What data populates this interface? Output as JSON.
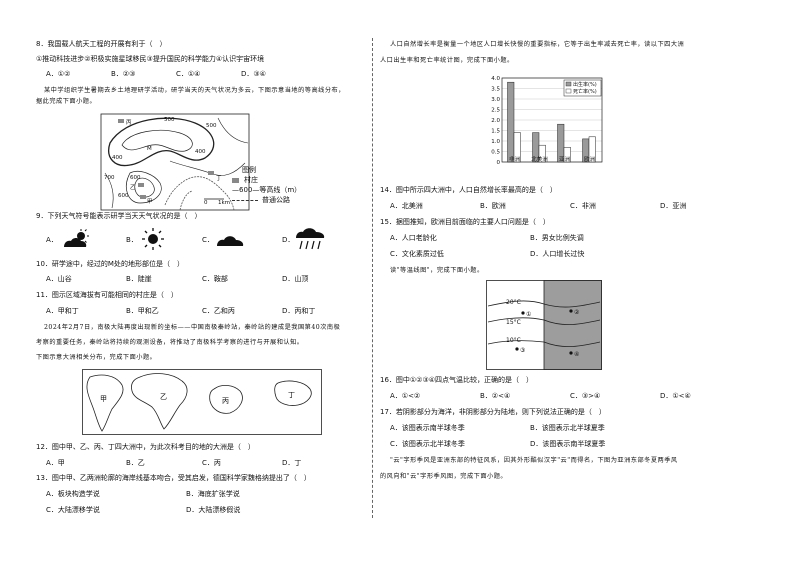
{
  "left": {
    "q8": {
      "stem": "8．我国载人航天工程的开展有利于（　）",
      "statements": "①推动科技进步②积极实施星球移民③提升国民的科学能力④认识宇宙环境",
      "options": [
        "A．①②",
        "B．②③",
        "C．①④",
        "D．③④"
      ]
    },
    "passage1": [
      "某中学组织学生暑期去乡土地理研学活动，研学当天的天气状况为多云，下图示意当地的等高线分布，",
      "据此完成下面小题。"
    ],
    "contour_map": {
      "labels": [
        "丙",
        "500",
        "500",
        "M",
        "400",
        "400",
        "700",
        "600",
        "乙",
        "甲",
        "丁",
        "600",
        "0",
        "1km"
      ],
      "legend_title": "图例",
      "legend_items": [
        "村庄",
        "—600—等高线（m）",
        "普通公路"
      ]
    },
    "q9": {
      "stem": "9．下列天气符号能表示研学当天天气状况的是（　）",
      "options": [
        "A．",
        "B．",
        "C．",
        "D．"
      ]
    },
    "q10": {
      "stem": "10．研学途中，经过的M处的地形部位是（　）",
      "options": [
        "A．山谷",
        "B．陡崖",
        "C．鞍部",
        "D．山顶"
      ]
    },
    "q11": {
      "stem": "11．图示区域海拔有可能相同的村庄是（　）",
      "options": [
        "A．甲和丁",
        "B．甲和乙",
        "C．乙和丙",
        "D．丙和丁"
      ]
    },
    "passage2": [
      "2024年2月7日，南极大陆再度出现新的坐标——中国南极秦岭站，秦岭站的建成是我国第40次南极",
      "考察的重要任务，秦岭站将持续的观测设备，将推动了南极科学考察的进行与开展和认知。",
      "下图示意大洲相关分布，完成下面小题。"
    ],
    "continents": [
      "甲",
      "乙",
      "丙",
      "丁"
    ],
    "q12": {
      "stem": "12．图中甲、乙、丙、丁四大洲中，为此次科考目的地的大洲是（　）",
      "options": [
        "A．甲",
        "B．乙",
        "C．丙",
        "D．丁"
      ]
    },
    "q13": {
      "stem": "13．图中甲、乙两洲轮廓的海岸线基本吻合，受其启发，德国科学家魏格纳提出了（　）",
      "options": [
        "A．板块构造学说",
        "B．海底扩张学说",
        "C．大陆漂移学说",
        "D．大陆漂移假说"
      ]
    }
  },
  "right": {
    "passage3": [
      "人口自然增长率是衡量一个地区人口增长快慢的重要指标，它等于出生率减去死亡率，读以下四大洲",
      "人口出生率和死亡率统计图，完成下面小题。"
    ],
    "q14": {
      "stem": "14．图中所示四大洲中，人口自然增长率最高的是（　）",
      "options": [
        "A．北美洲",
        "B．欧洲",
        "C．非洲",
        "D．亚洲"
      ]
    },
    "q15": {
      "stem": "15．据图推知，欧洲目前面临的主要人口问题是（　）",
      "options": [
        "A．人口老龄化",
        "B．男女比例失调",
        "C．文化素质过低",
        "D．人口增长过快"
      ]
    },
    "passage4": "读\"等温线图\"，完成下面小题。",
    "isotherm": {
      "labels": [
        "20°C",
        "①",
        "15°C",
        "②",
        "10°C",
        "③",
        "④"
      ]
    },
    "q16": {
      "stem": "16．图中①②③④四点气温比较，正确的是（　）",
      "options": [
        "A．①<②",
        "B．②<④",
        "C．③>④",
        "D．①<④"
      ]
    },
    "q17": {
      "stem": "17．若阴影部分为海洋，非阴影部分为陆地，则下列说法正确的是（　）",
      "options": [
        "A．该图表示南半球冬季",
        "B．该图表示北半球夏季",
        "C．该图表示北半球冬季",
        "D．该图表示南半球夏季"
      ]
    },
    "passage5": [
      "\"云\"字形季风是亚洲东部的特征风系，因其外形酷似汉字\"云\"而得名，下图为亚洲东部冬夏两季风",
      "的风向和\"云\"字形季风图，完成下面小题。"
    ]
  },
  "chart_data": {
    "type": "bar",
    "categories": [
      "非洲",
      "北美洲",
      "亚洲",
      "欧洲"
    ],
    "series": [
      {
        "name": "出生率(%)",
        "values": [
          3.8,
          1.4,
          1.8,
          1.1
        ],
        "color": "#9a9a9a"
      },
      {
        "name": "死亡率(%)",
        "values": [
          1.4,
          0.8,
          0.7,
          1.2
        ],
        "color": "#ffffff"
      }
    ],
    "yticks": [
      "0",
      "0.5",
      "1.0",
      "1.5",
      "2.0",
      "2.5",
      "3.0",
      "3.5",
      "4.0"
    ],
    "ylim": [
      0,
      4.0
    ],
    "legend_position": "top-right"
  }
}
